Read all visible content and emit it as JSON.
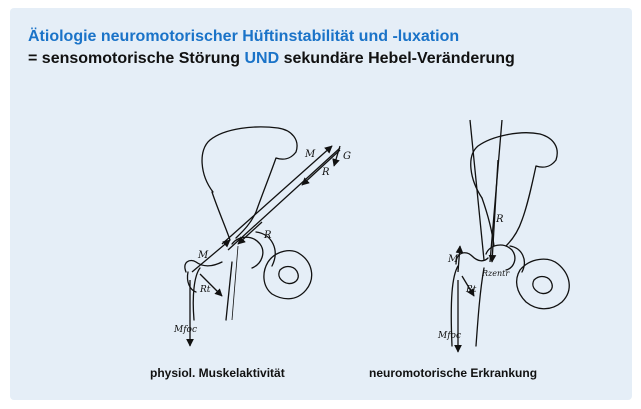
{
  "slide": {
    "title_line1": "Ätiologie neuromotorischer Hüftinstabilität und -luxation",
    "title_line2_prefix": "= sensomotorische Störung ",
    "title_line2_highlight": "UND",
    "title_line2_suffix": " sekundäre Hebel-Veränderung",
    "colors": {
      "background": "#e5eef7",
      "accent": "#1a73c8",
      "text": "#111111"
    }
  },
  "figure_left": {
    "labels": {
      "m_top": "M",
      "g": "G",
      "r_top": "R",
      "r_mid": "R",
      "m_left": "M",
      "rt": "Rt",
      "mfoc": "Mfoc"
    },
    "caption": "physiol. Muskelaktivität"
  },
  "figure_right": {
    "labels": {
      "r": "R",
      "rzentr": "Rzentr",
      "m": "M",
      "rt": "Rt",
      "mfoc": "Mfoc"
    },
    "caption": "neuromotorische Erkrankung"
  }
}
